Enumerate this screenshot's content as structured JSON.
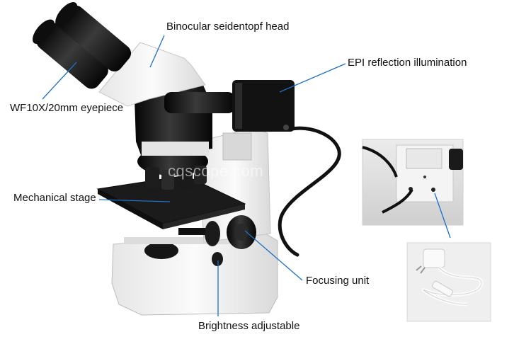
{
  "labels": {
    "head": "Binocular seidentopf head",
    "epi": "EPI reflection illumination",
    "eyepiece": "WF10X/20mm eyepiece",
    "stage": "Mechanical stage",
    "focus": "Focusing unit",
    "brightness": "Brightness adjustable"
  },
  "watermark": "cqscope.com",
  "colors": {
    "callout_line": "#1e6fc7",
    "body": "#f2f2f2",
    "black_parts": "#111111"
  }
}
